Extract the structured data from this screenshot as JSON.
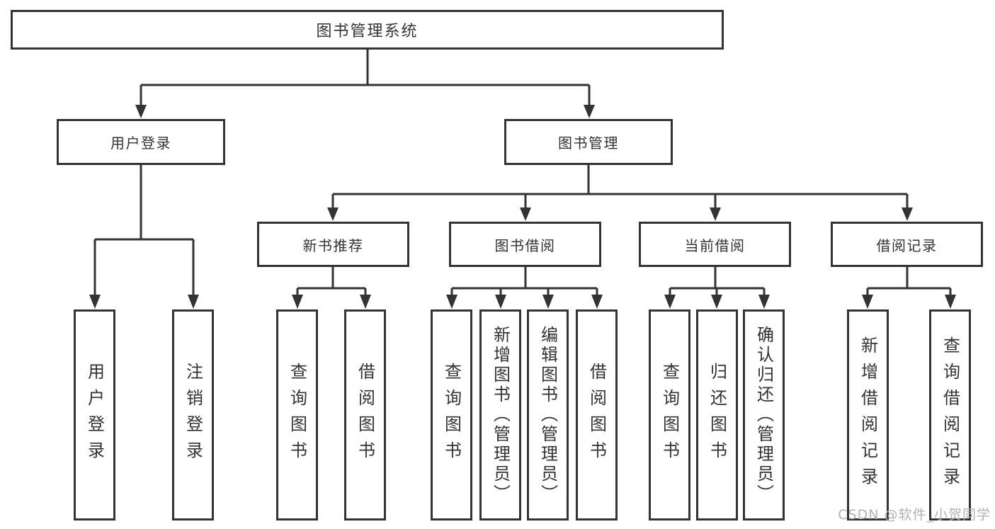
{
  "title": "图书管理系统",
  "watermark": "CSDN @软件_小贺同学",
  "colors": {
    "line": "#333333",
    "text": "#333333",
    "box_bg": "#ffffff",
    "bg": "#ffffff",
    "watermark": "#b3b3b3"
  },
  "tree": {
    "label": "图书管理系统",
    "children": [
      {
        "label": "用户登录",
        "children": [
          {
            "label": "用户登录"
          },
          {
            "label": "注销登录"
          }
        ]
      },
      {
        "label": "图书管理",
        "children": [
          {
            "label": "新书推荐",
            "children": [
              {
                "label": "查询图书"
              },
              {
                "label": "借阅图书"
              }
            ]
          },
          {
            "label": "图书借阅",
            "children": [
              {
                "label": "查询图书"
              },
              {
                "label": "新增图书（管理员）"
              },
              {
                "label": "编辑图书（管理员）"
              },
              {
                "label": "借阅图书"
              }
            ]
          },
          {
            "label": "当前借阅",
            "children": [
              {
                "label": "查询图书"
              },
              {
                "label": "归还图书"
              },
              {
                "label": "确认归还（管理员）"
              }
            ]
          },
          {
            "label": "借阅记录",
            "children": [
              {
                "label": "新增借阅记录"
              },
              {
                "label": "查询借阅记录"
              }
            ]
          }
        ]
      }
    ]
  }
}
